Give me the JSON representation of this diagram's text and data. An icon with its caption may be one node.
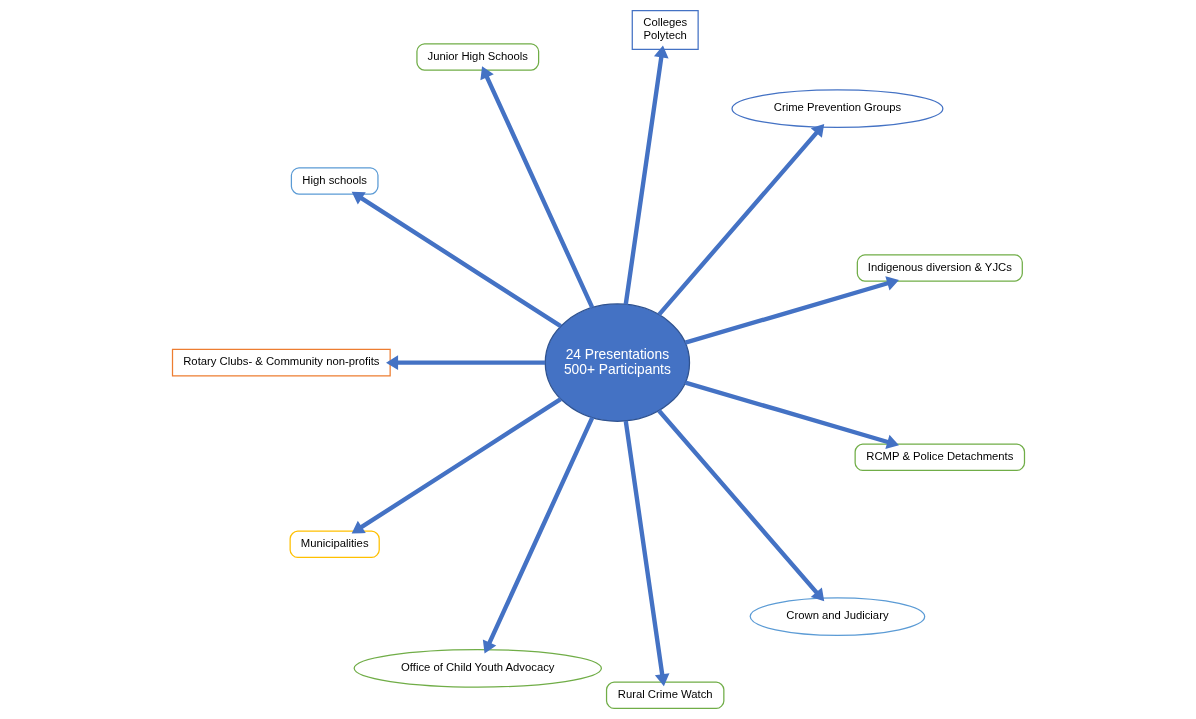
{
  "diagram": {
    "nodes": [
      {
        "text": [
          "24 Presentations",
          "500+ Participants"
        ]
      },
      {
        "text": [
          "Indigenous diversion & YJCs"
        ]
      },
      {
        "text": [
          "Crime Prevention Groups"
        ]
      },
      {
        "text": [
          "Colleges",
          "Polytech"
        ]
      },
      {
        "text": [
          "Junior High Schools"
        ]
      },
      {
        "text": [
          "High schools"
        ]
      },
      {
        "text": [
          "Rotary Clubs- & Community non-profits"
        ]
      },
      {
        "text": [
          "Municipalities"
        ]
      },
      {
        "text": [
          "Office of Child Youth Advocacy"
        ]
      },
      {
        "text": [
          "Rural Crime Watch"
        ]
      },
      {
        "text": [
          "Crown and Judiciary"
        ]
      },
      {
        "text": [
          "RCMP & Police Detachments"
        ]
      }
    ],
    "edges": [
      {
        "from": 0,
        "to": 1,
        "arrow": "to"
      },
      {
        "from": 0,
        "to": 2,
        "arrow": "to"
      },
      {
        "from": 0,
        "to": 3,
        "arrow": "to"
      },
      {
        "from": 0,
        "to": 4,
        "arrow": "to"
      },
      {
        "from": 0,
        "to": 5,
        "arrow": "to"
      },
      {
        "from": 0,
        "to": 6,
        "arrow": "to"
      },
      {
        "from": 0,
        "to": 7,
        "arrow": "to"
      },
      {
        "from": 0,
        "to": 8,
        "arrow": "to"
      },
      {
        "from": 0,
        "to": 9,
        "arrow": "to"
      },
      {
        "from": 0,
        "to": 10,
        "arrow": "to"
      },
      {
        "from": 0,
        "to": 11,
        "arrow": "to"
      }
    ]
  }
}
